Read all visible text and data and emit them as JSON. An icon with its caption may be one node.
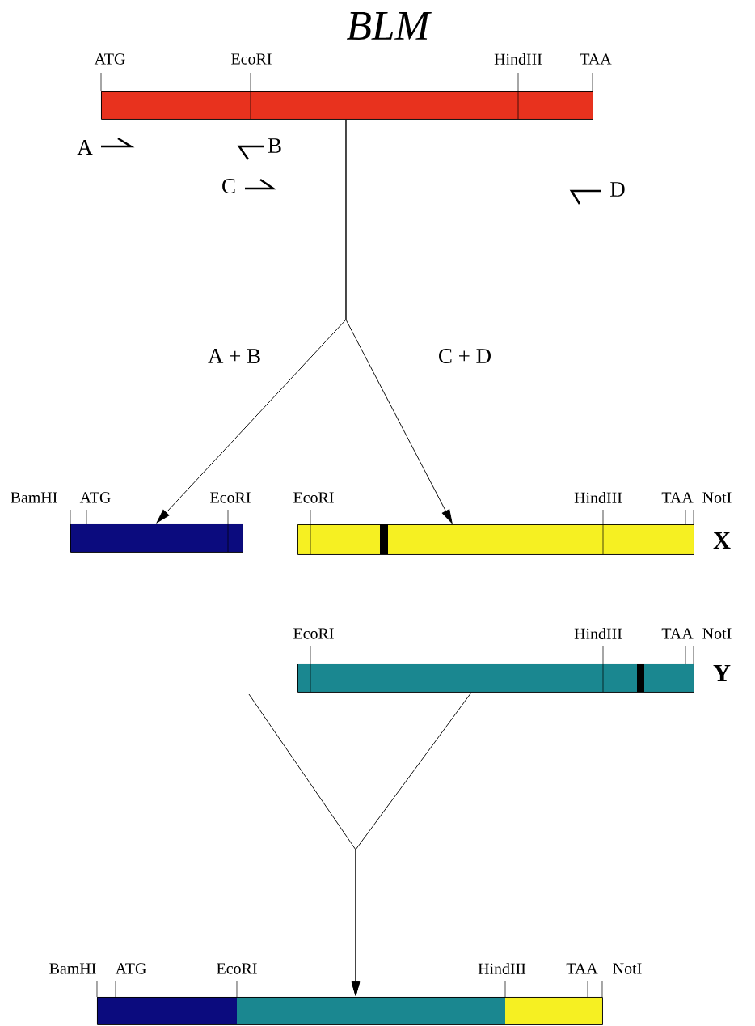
{
  "diagram": {
    "title": "BLM",
    "nodes": [
      {
        "text": [],
        "shape": "bar",
        "beside": [
          "ATG",
          "EcoRI",
          "HindIII",
          "TAA"
        ]
      },
      {
        "text": [],
        "shape": "bar",
        "beside": [
          "BamHI",
          "ATG",
          "EcoRI"
        ]
      },
      {
        "text": [],
        "shape": "bar",
        "beside": [
          "EcoRI",
          "HindIII",
          "TAA",
          "NotI",
          "X"
        ]
      },
      {
        "text": [],
        "shape": "bar",
        "beside": [
          "EcoRI",
          "HindIII",
          "TAA",
          "NotI",
          "Y"
        ]
      },
      {
        "text": [],
        "shape": "bar",
        "beside": [
          "BamHI",
          "ATG",
          "EcoRI",
          "HindIII",
          "TAA",
          "NotI"
        ]
      }
    ],
    "edges": [
      {
        "from": 0,
        "to": 1,
        "arrow": "to",
        "label": "A + B"
      },
      {
        "from": 0,
        "to": 2,
        "arrow": "to",
        "label": "C + D"
      },
      {
        "from": null,
        "to": 4,
        "arrow": "to"
      },
      {
        "from": 3,
        "to": 4,
        "arrow": "to"
      }
    ],
    "labels": [
      "A",
      "B",
      "C",
      "D"
    ]
  }
}
